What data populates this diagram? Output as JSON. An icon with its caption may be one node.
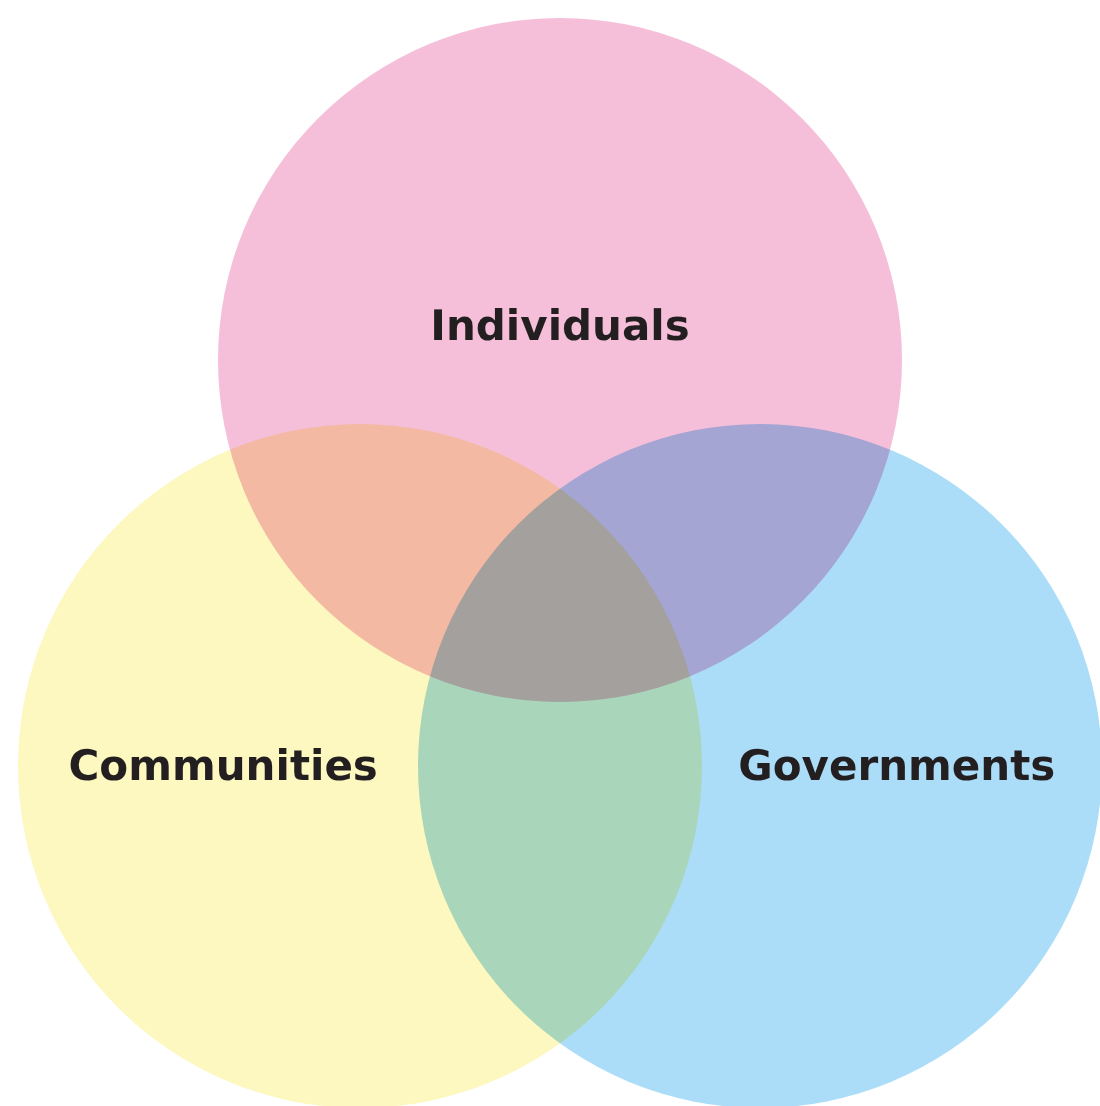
{
  "diagram": {
    "nodes": [
      {
        "text": [
          "Individuals"
        ]
      },
      {
        "text": [
          "Communities"
        ]
      },
      {
        "text": [
          "Governments"
        ]
      }
    ]
  }
}
